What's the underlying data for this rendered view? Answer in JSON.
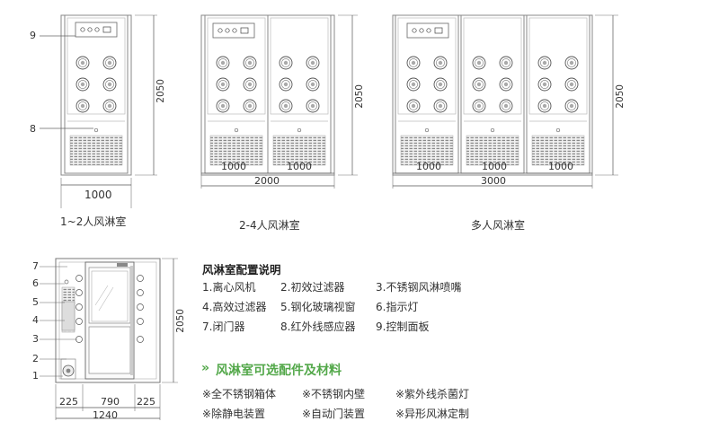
{
  "top_units": [
    {
      "caption": "1~2人风淋室",
      "height_label": "2050",
      "width_labels": [
        "1000"
      ],
      "total_label": "",
      "callouts": [
        "9",
        "8"
      ]
    },
    {
      "caption": "2-4人风淋室",
      "height_label": "2050",
      "width_labels": [
        "1000",
        "1000"
      ],
      "total_label": "2000"
    },
    {
      "caption": "多人风淋室",
      "height_label": "2050",
      "width_labels": [
        "1000",
        "1000",
        "1000"
      ],
      "total_label": "3000"
    }
  ],
  "side_view": {
    "callouts": [
      "7",
      "6",
      "5",
      "4",
      "3",
      "2",
      "1"
    ],
    "height_label": "2050",
    "width_labels": [
      "225",
      "790",
      "225"
    ],
    "total_label": "1240"
  },
  "config": {
    "title": "风淋室配置说明",
    "items": [
      [
        "1.离心风机",
        "2.初效过滤器",
        "3.不锈钢风淋喷嘴"
      ],
      [
        "4.高效过滤器",
        "5.钢化玻璃视窗",
        "6.指示灯"
      ],
      [
        "7.闭门器",
        "8.红外线感应器",
        "9.控制面板"
      ]
    ]
  },
  "options": {
    "arrow": "»",
    "title": "风淋室可选配件及材料",
    "items": [
      [
        "※全不锈钢箱体",
        "※不锈钢内壁",
        "※紫外线杀菌灯"
      ],
      [
        "※除静电装置",
        "※自动门装置",
        "※异形风淋定制"
      ]
    ]
  }
}
